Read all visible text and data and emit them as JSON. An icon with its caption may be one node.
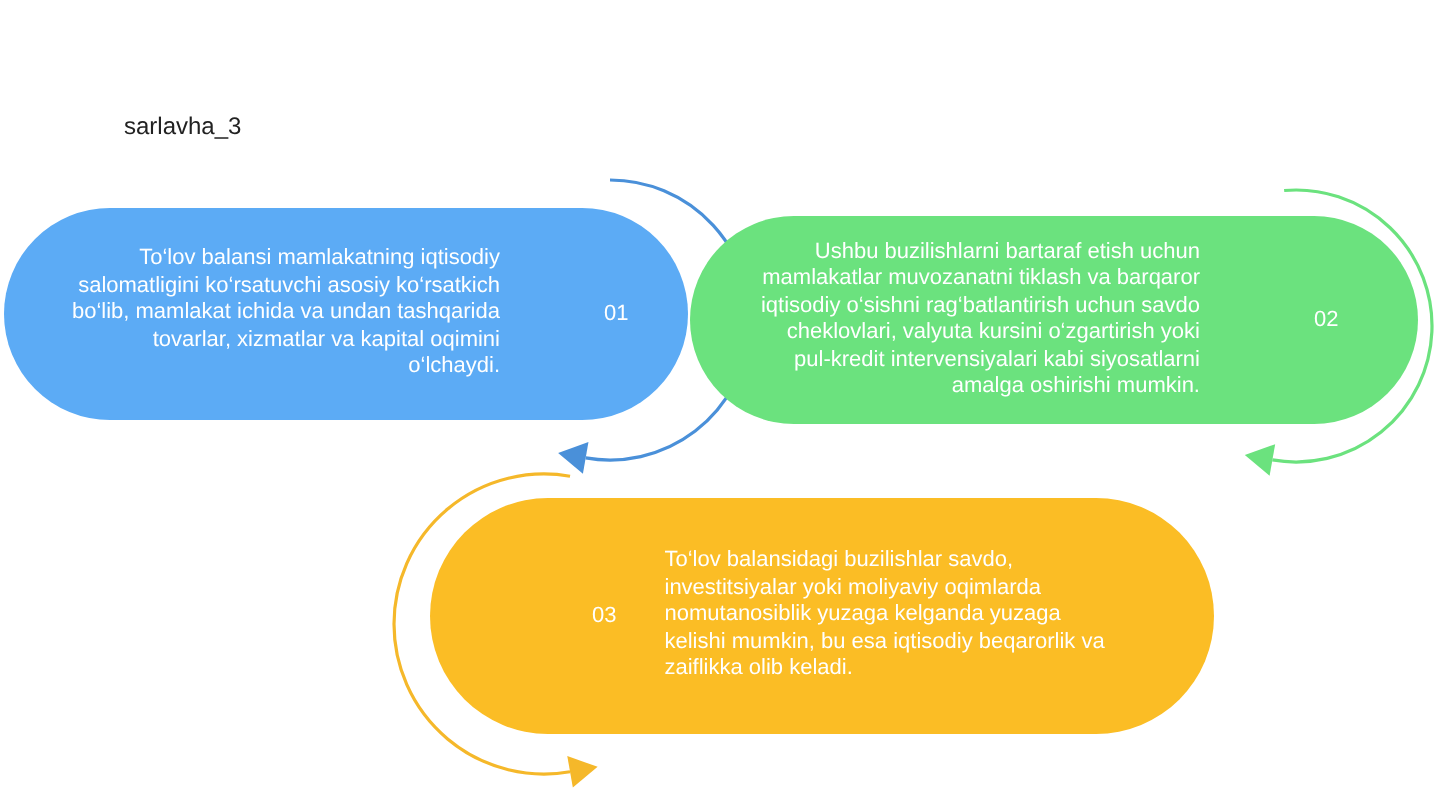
{
  "diagram": {
    "title": "sarlavha_3",
    "nodes": [
      {
        "text": [
          "To‘lov balansi mamlakatning iqtisodiy salomatligini ko‘rsatuvchi asosiy ko‘rsatkich bo‘lib, mamlakat ichida va undan tashqarida tovarlar, xizmatlar va kapital oqimini o‘lchaydi.",
          "01"
        ]
      },
      {
        "text": [
          "Ushbu buzilishlarni bartaraf etish uchun mamlakatlar muvozanatni tiklash va barqaror iqtisodiy o‘sishni rag‘batlantirish uchun savdo cheklovlari, valyuta kursini o‘zgartirish yoki pul-kredit intervensiyalari kabi siyosatlarni amalga oshirishi mumkin.",
          "02"
        ]
      },
      {
        "text": [
          "03",
          "To‘lov balansidagi buzilishlar savdo, investitsiyalar yoki moliyaviy oqimlarda nomutanosiblik yuzaga kelganda yuzaga kelishi mumkin, bu esa iqtisodiy beqarorlik va zaiflikka olib keladi."
        ]
      }
    ]
  }
}
